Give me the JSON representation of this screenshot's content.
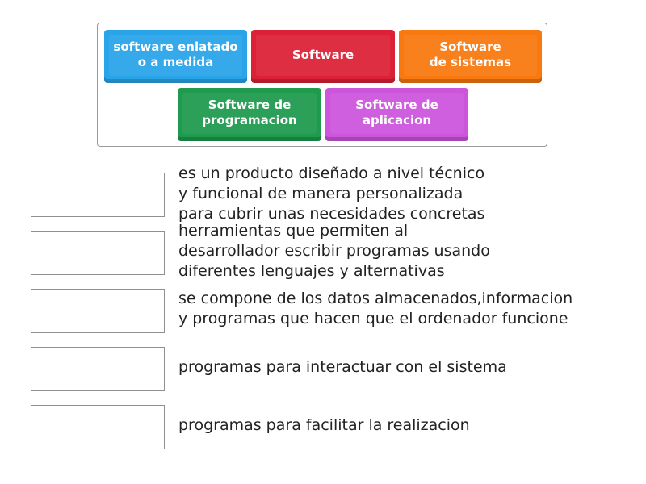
{
  "tiles": [
    {
      "label": "software enlatado\no a medida",
      "color": "#2aa4e9"
    },
    {
      "label": "Software",
      "color": "#dc2137"
    },
    {
      "label": "Software\nde sistemas",
      "color": "#f8790f"
    },
    {
      "label": "Software de\nprogramacion",
      "color": "#1f9b4e"
    },
    {
      "label": "Software de\naplicacion",
      "color": "#cc55dc"
    }
  ],
  "descriptions": [
    "es un producto diseñado a nivel técnico\ny funcional de manera personalizada\npara cubrir unas necesidades concretas",
    "herramientas que permiten al\ndesarrollador escribir programas usando\ndiferentes lenguajes y alternativas",
    "se compone de los datos almacenados,informacion\ny programas que hacen que el ordenador funcione",
    "programas para interactuar con el sistema",
    "programas para facilitar la realizacion"
  ]
}
